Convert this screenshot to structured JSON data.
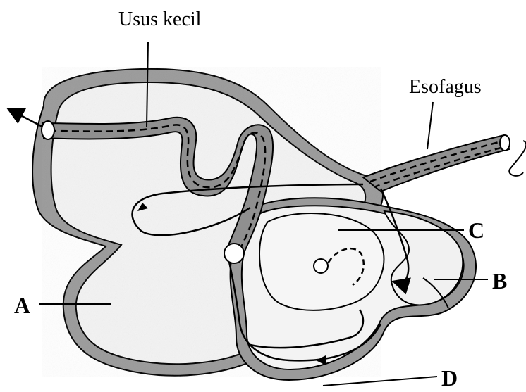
{
  "labels": {
    "usus_kecil": "Usus kecil",
    "esofagus": "Esofagus",
    "a": "A",
    "b": "B",
    "c": "C",
    "d": "D"
  },
  "colors": {
    "outline": "#000000",
    "stomach_fill": "#f3f3f3",
    "wall_shade": "#9a9a9a",
    "tube_fill": "#8f8f8f",
    "background": "#ffffff"
  }
}
